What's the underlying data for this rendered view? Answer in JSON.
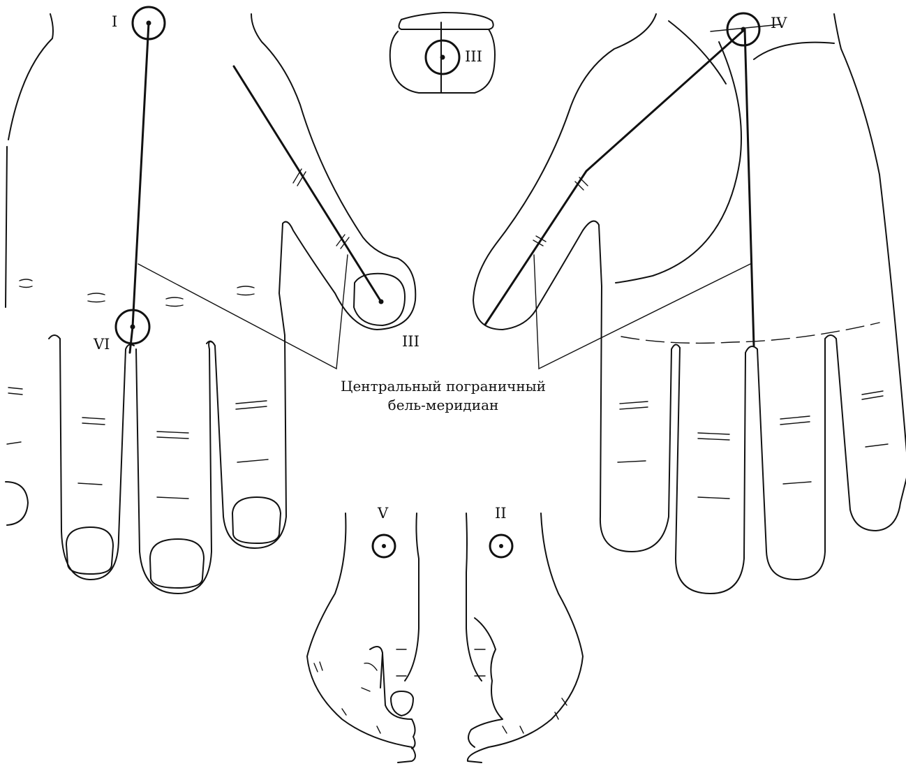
{
  "labels": {
    "p1": "I",
    "p2": "II",
    "p3_nail": "III",
    "p3_tip": "III",
    "p4": "IV",
    "p5": "V",
    "p6": "VI"
  },
  "caption": {
    "line1": "Центральный пограничный",
    "line2": "бель-меридиан"
  }
}
